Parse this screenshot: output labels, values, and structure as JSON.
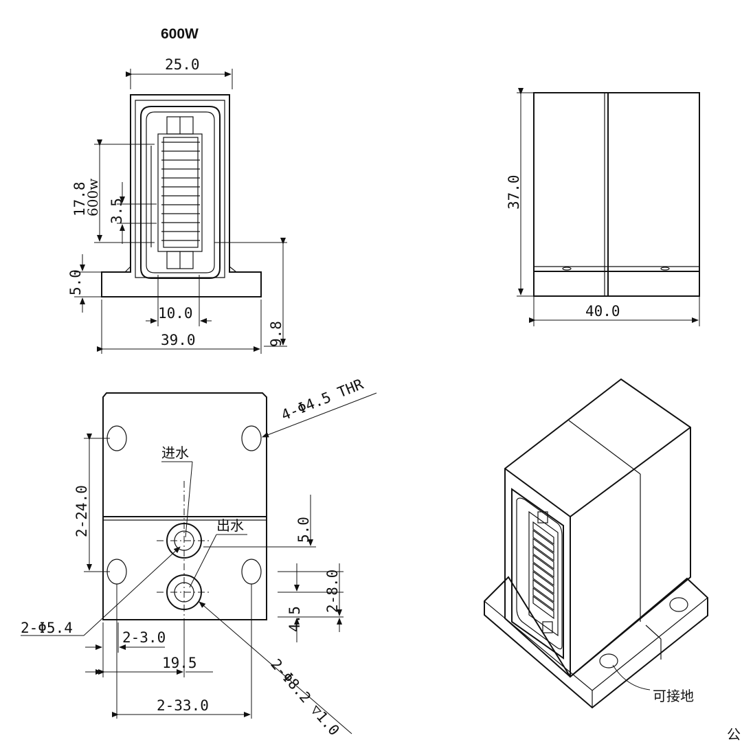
{
  "front_view": {
    "title": "600W",
    "dim_top_width": "25.0",
    "dim_emitter_height": "17.8",
    "dim_emitter_label": "600w",
    "dim_bar_pitch": "3.5",
    "dim_base_height": "5.0",
    "dim_emitter_width": "10.0",
    "dim_base_width": "39.0",
    "dim_center_height": "9.8"
  },
  "side_view": {
    "dim_height": "37.0",
    "dim_depth": "40.0"
  },
  "bottom_view": {
    "hole_callout": "4-Φ4.5 THR",
    "water_in_label": "进水",
    "water_out_label": "出水",
    "dim_hole_spacing_vertical": "2-24.0",
    "dim_port_offset_top": "5.0",
    "dim_port_offset_bottom": "2-8.0",
    "dim_port_gap": "4.5",
    "small_port_callout": "2-Φ5.4",
    "dim_edge_offset": "2-3.0",
    "dim_port_center": "19.5",
    "dim_hole_spacing_horizontal": "2-33.0",
    "counterbore_callout": "2-Φ8.2 ▽1.0"
  },
  "iso_view": {
    "ground_label": "可接地"
  },
  "corner_mark": "公"
}
